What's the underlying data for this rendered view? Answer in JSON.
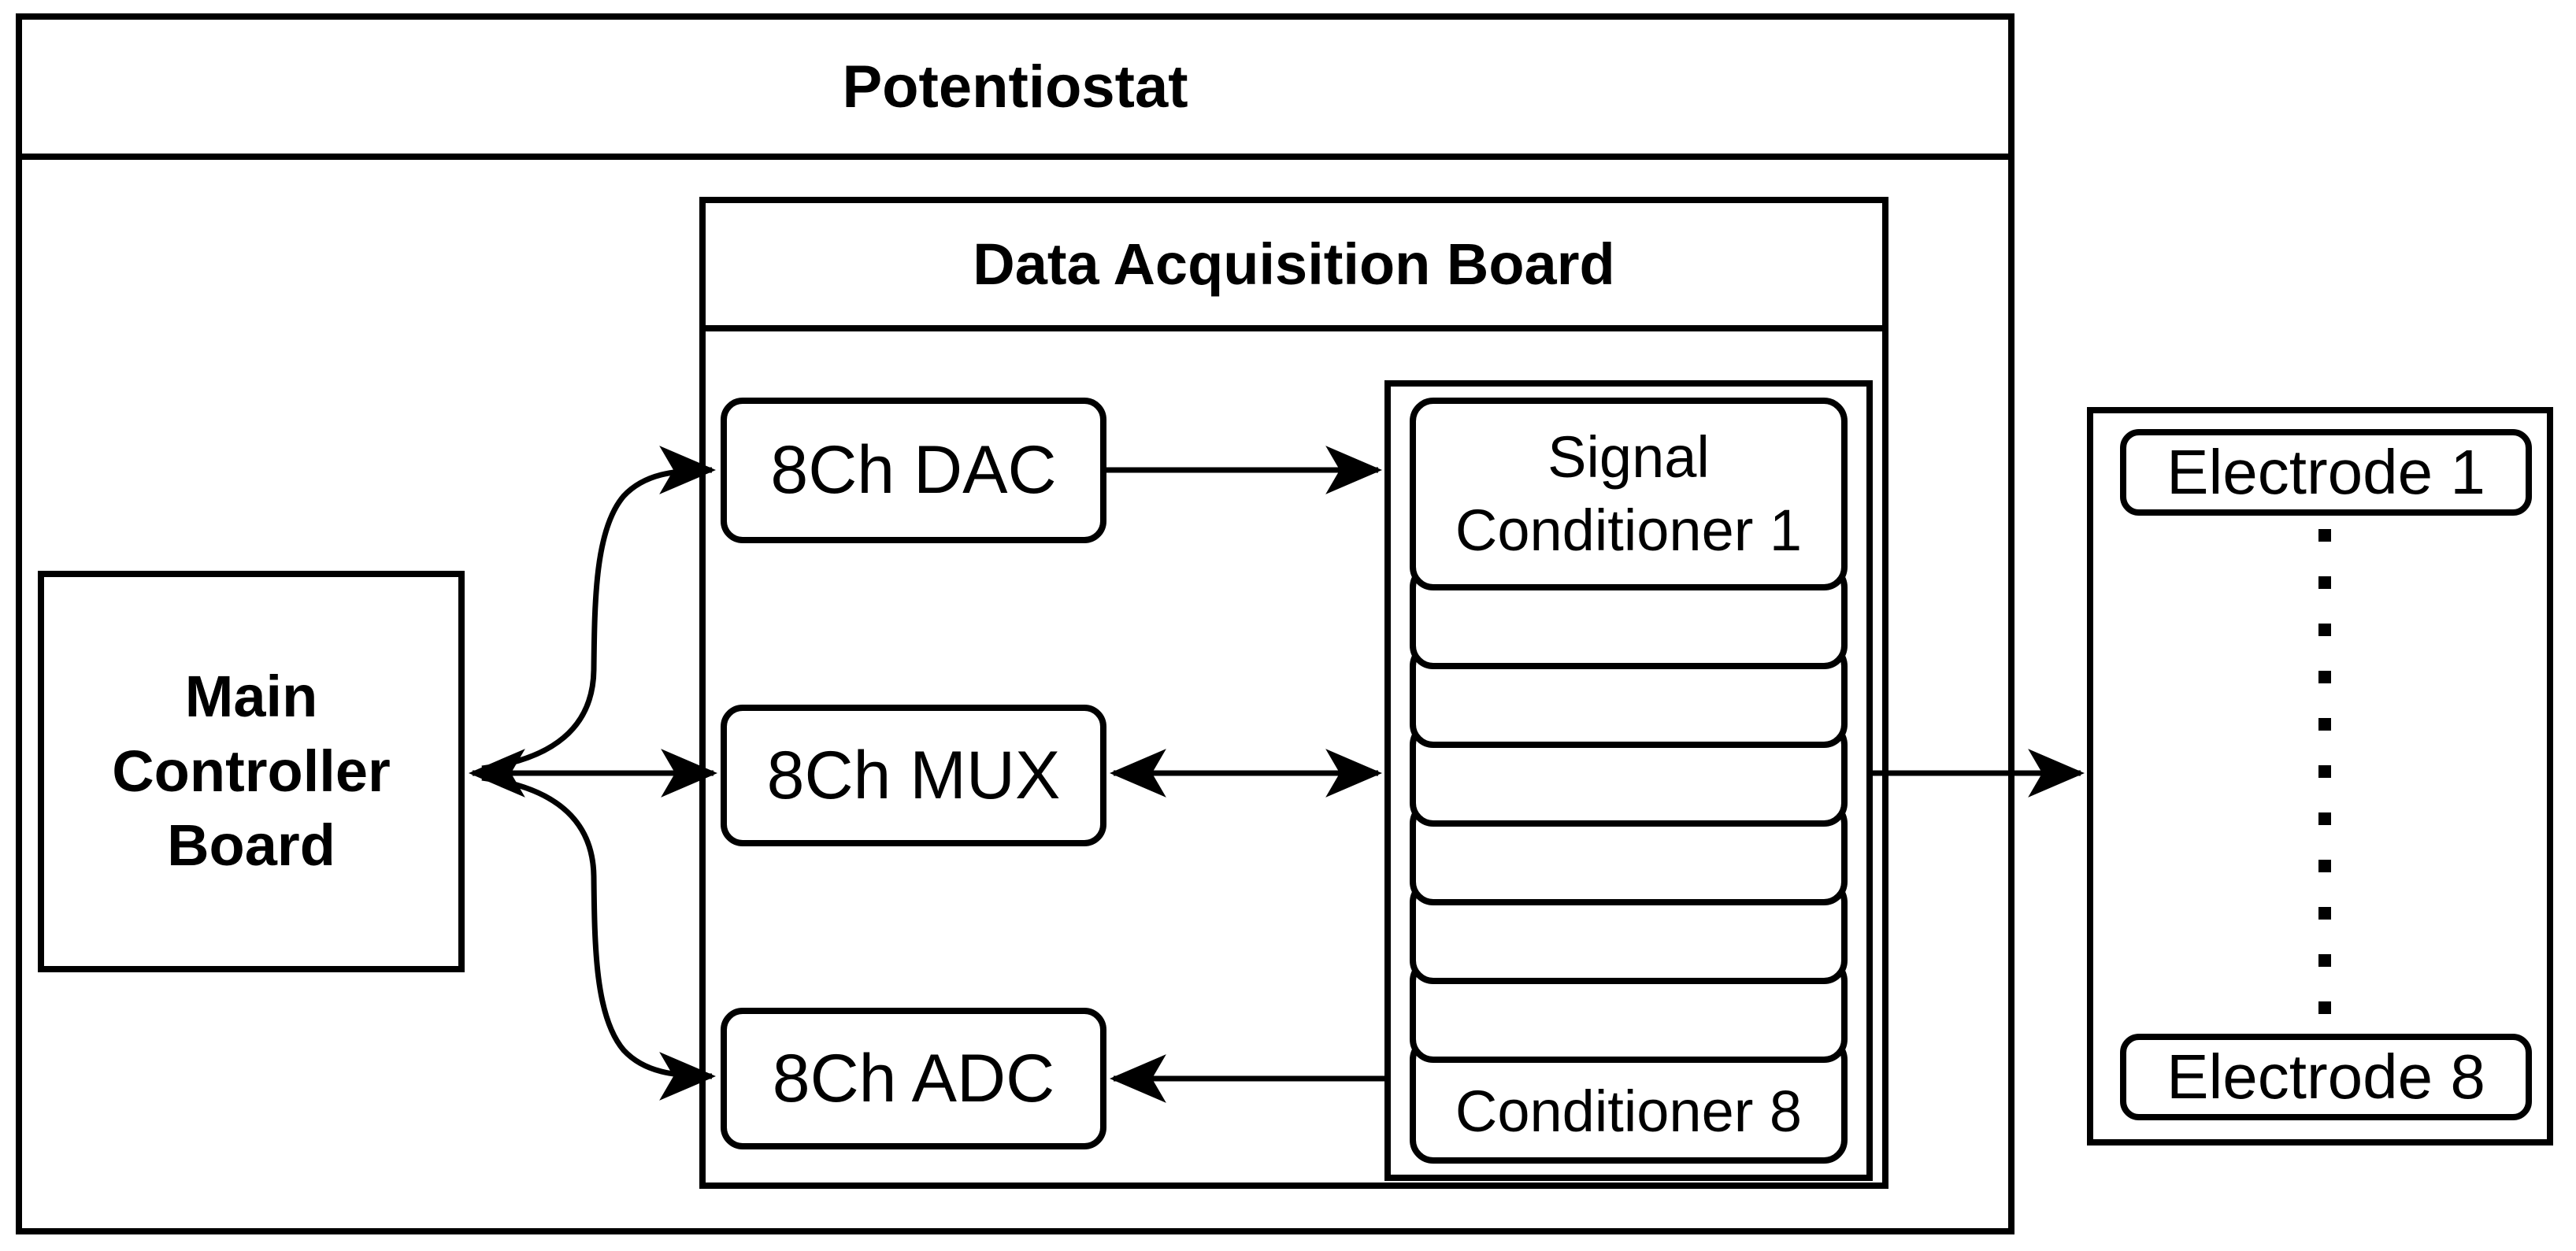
{
  "diagram": {
    "potentiostat_title": "Potentiostat",
    "main_controller_label": "Main\nController\nBoard",
    "daq_title": "Data Acquisition Board",
    "dac_label": "8Ch DAC",
    "mux_label": "8Ch MUX",
    "adc_label": "8Ch ADC",
    "signal_conditioner_first_label": "Signal\nConditioner 1",
    "signal_conditioner_last_label": "Conditioner 8",
    "signal_conditioner_count": 8,
    "electrode_first_label": "Electrode 1",
    "electrode_last_label": "Electrode 8",
    "electrode_count": 8,
    "colors": {
      "line": "#000000",
      "background": "#ffffff",
      "text": "#000000"
    },
    "connections": [
      {
        "from": "main-controller-board",
        "to": "8ch-dac / 8ch-mux / 8ch-adc",
        "type": "bidirectional-fanout"
      },
      {
        "from": "8ch-dac",
        "to": "signal-conditioners",
        "type": "unidirectional"
      },
      {
        "from": "8ch-mux",
        "to": "signal-conditioners",
        "type": "bidirectional"
      },
      {
        "from": "signal-conditioners",
        "to": "8ch-adc",
        "type": "unidirectional"
      },
      {
        "from": "signal-conditioners",
        "to": "electrodes",
        "type": "unidirectional"
      }
    ]
  }
}
